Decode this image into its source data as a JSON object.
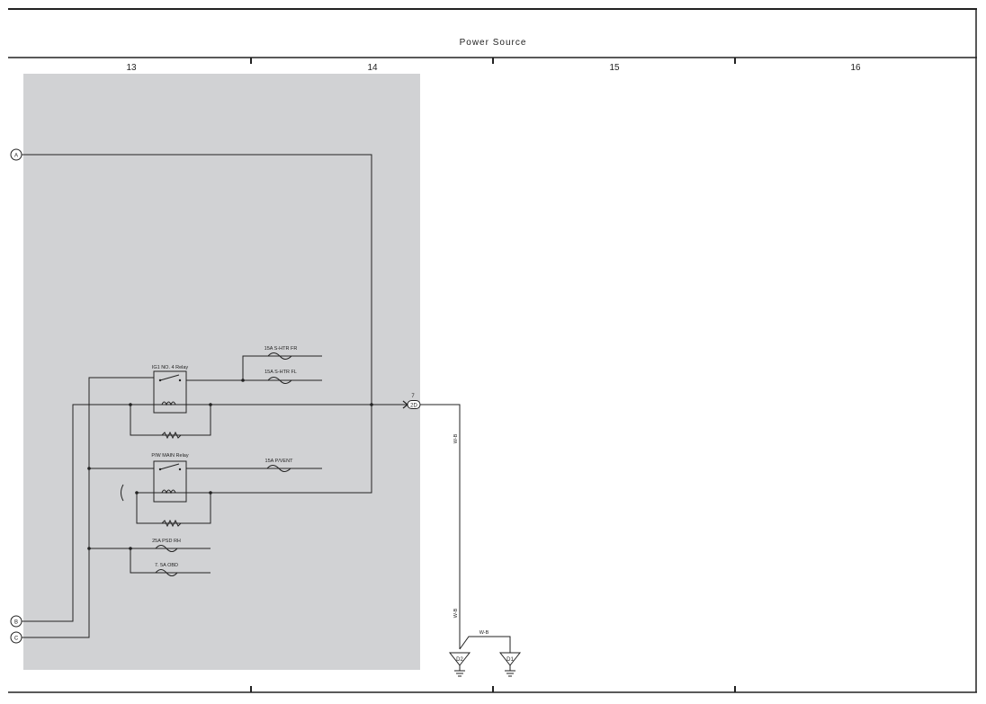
{
  "title": "Power Source",
  "columns": [
    "13",
    "14",
    "15",
    "16"
  ],
  "connectors": {
    "a": "A",
    "b": "B",
    "c": "C"
  },
  "relays": {
    "ig1": "IG1 NO. 4 Relay",
    "pw_main": "P/W MAIN Relay"
  },
  "fuses": {
    "s_htr_fr": "15A S-HTR FR",
    "s_htr_fl": "15A S-HTR FL",
    "p_vent": "15A P/VENT",
    "psd_rh": "25A PSD RH",
    "obd": "7. 5A OBD"
  },
  "junction": {
    "pin": "7",
    "id": "2D"
  },
  "wire_color": "W-B",
  "grounds": {
    "d2": "D2",
    "d1": "D1"
  },
  "colors": {
    "shaded_area": "#d1d2d4",
    "line": "#222222"
  }
}
